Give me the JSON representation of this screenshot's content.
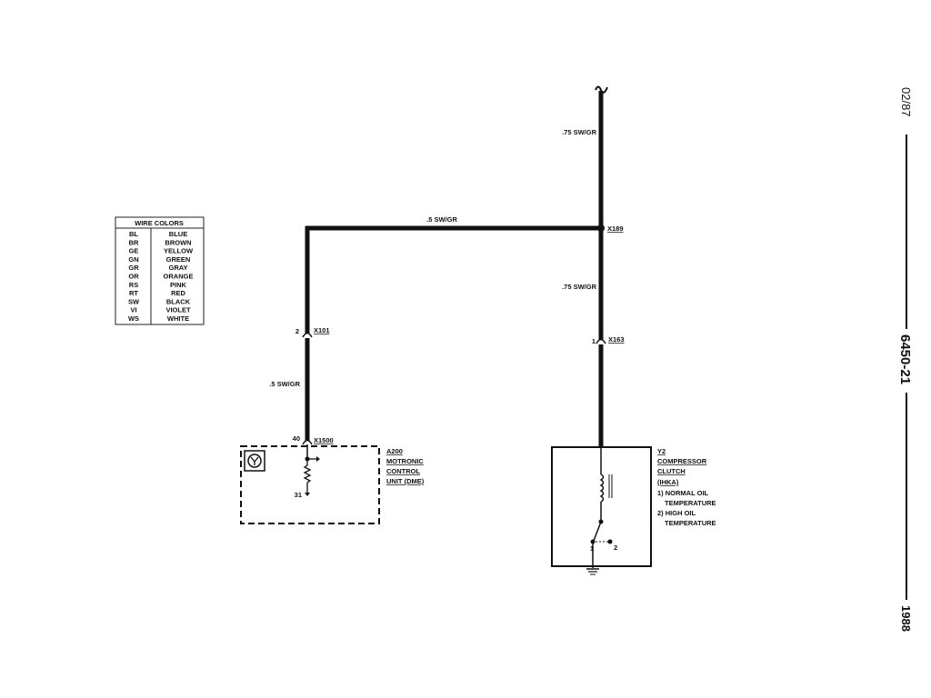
{
  "wire_colors": {
    "title": "WIRE COLORS",
    "rows": [
      {
        "code": "BL",
        "color": "BLUE"
      },
      {
        "code": "BR",
        "color": "BROWN"
      },
      {
        "code": "GE",
        "color": "YELLOW"
      },
      {
        "code": "GN",
        "color": "GREEN"
      },
      {
        "code": "GR",
        "color": "GRAY"
      },
      {
        "code": "OR",
        "color": "ORANGE"
      },
      {
        "code": "RS",
        "color": "PINK"
      },
      {
        "code": "RT",
        "color": "RED"
      },
      {
        "code": "SW",
        "color": "BLACK"
      },
      {
        "code": "VI",
        "color": "VIOLET"
      },
      {
        "code": "WS",
        "color": "WHITE"
      }
    ]
  },
  "wires": {
    "top_right": ".75 SW/GR",
    "horizontal": ".5 SW/GR",
    "mid_right": ".75 SW/GR",
    "left_lower": ".5 SW/GR"
  },
  "connectors": {
    "x189": "X189",
    "x101": "X101",
    "x101_pin": "2",
    "x163": "X163",
    "x163_pin": "1",
    "x1500": "X1500",
    "x1500_pin": "40"
  },
  "dme": {
    "id": "A200",
    "line1": "MOTRONIC",
    "line2": "CONTROL",
    "line3": "UNIT (DME)",
    "ground_pin": "31"
  },
  "compressor": {
    "id": "Y2",
    "line1": "COMPRESSOR",
    "line2": "CLUTCH",
    "line3": "(IHKA)",
    "note1a": "1) NORMAL OIL",
    "note1b": "TEMPERATURE",
    "note2a": "2) HIGH OIL",
    "note2b": "TEMPERATURE",
    "switch_pos1": "1",
    "switch_pos2": "2"
  },
  "sidebar": {
    "date": "02/87",
    "code": "6450-21",
    "year": "1988"
  }
}
